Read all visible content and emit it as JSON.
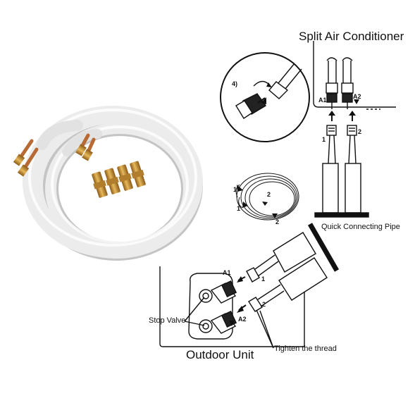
{
  "labels": {
    "title": "Split Air Conditioner",
    "pipe": "Quick Connecting Pipe",
    "outdoor": "Outdoor Unit",
    "stop_valve": "Stop Valve",
    "tighten": "Tighten the thread",
    "step": "4)",
    "a1": "A1",
    "a2": "A2",
    "n1": "1",
    "n2": "2"
  },
  "colors": {
    "hose": "#e6e6e6",
    "hose_shadow": "#b9b9b9",
    "brass": "#c9953a",
    "copper": "#c0703a",
    "line": "#111111"
  }
}
